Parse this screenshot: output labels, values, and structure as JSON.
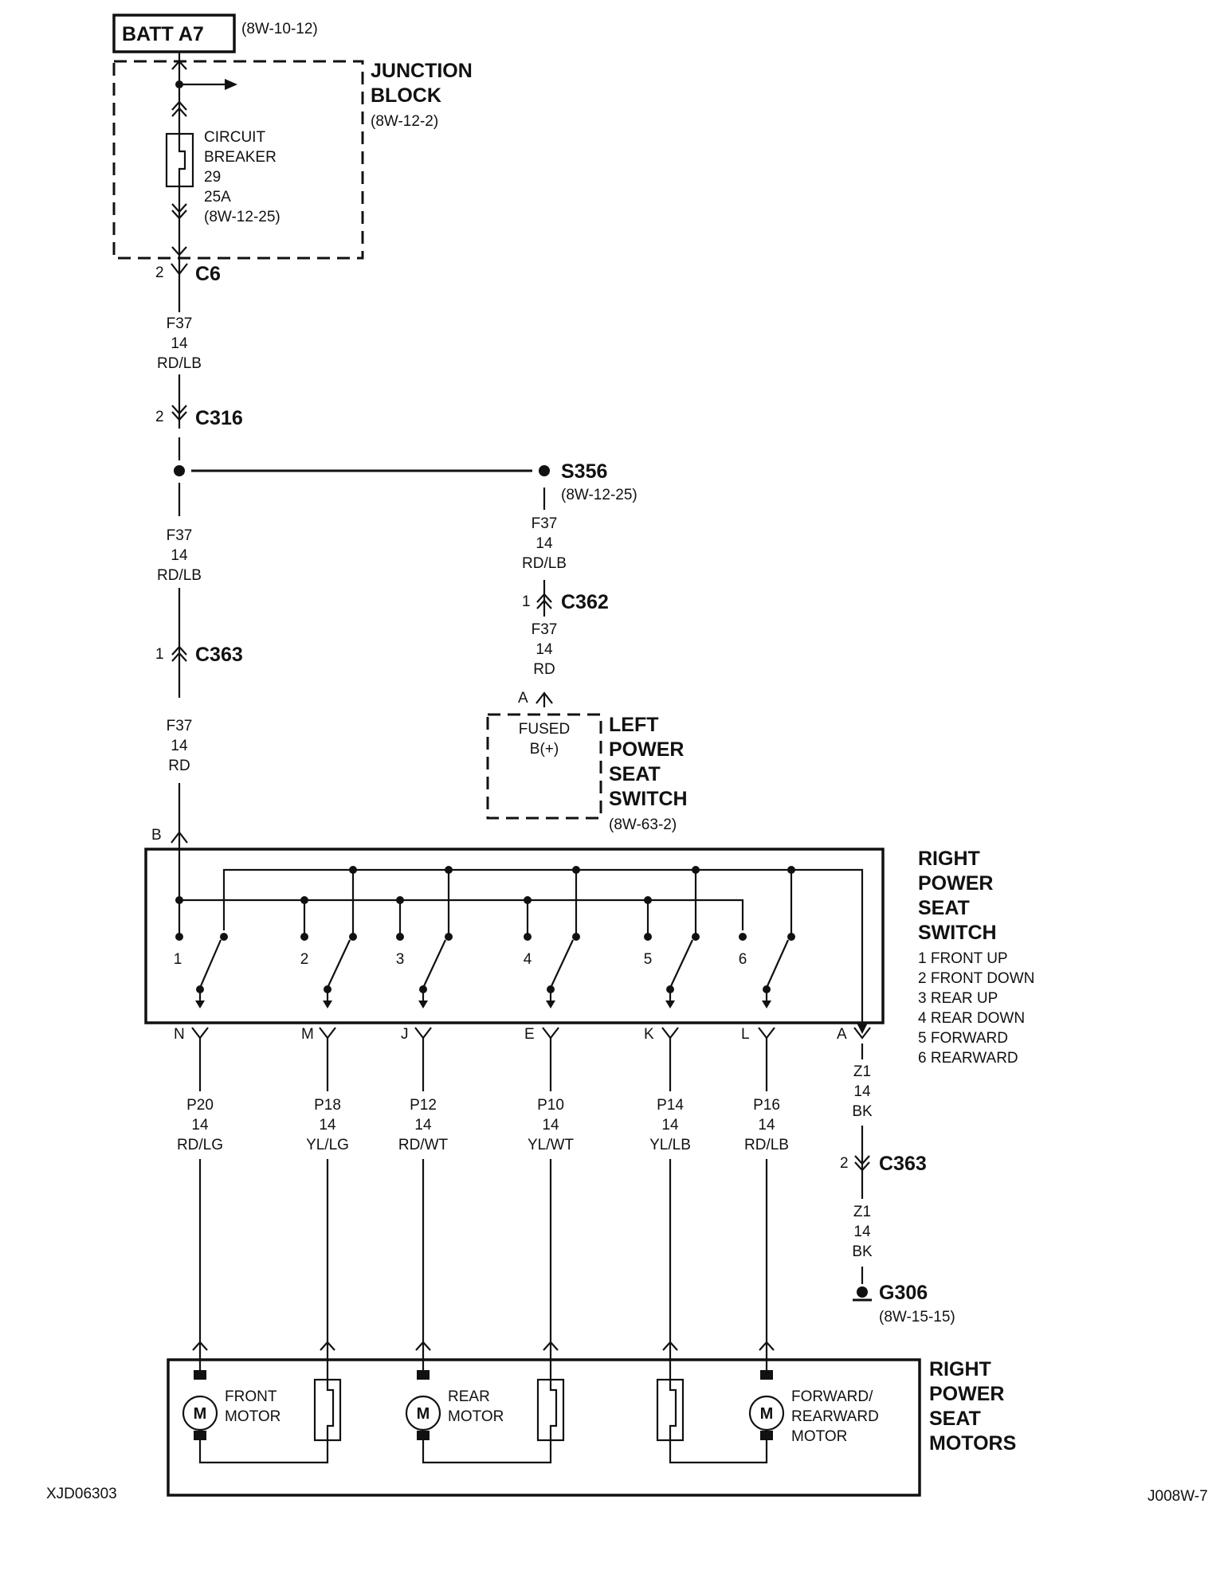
{
  "batt": {
    "label": "BATT A7",
    "ref": "(8W-10-12)"
  },
  "junction_block": {
    "title": [
      "JUNCTION",
      "BLOCK"
    ],
    "ref": "(8W-12-2)",
    "breaker": [
      "CIRCUIT",
      "BREAKER",
      "29",
      "25A",
      "(8W-12-25)"
    ]
  },
  "c6": {
    "pin": "2",
    "name": "C6"
  },
  "wire_f37_a": [
    "F37",
    "14",
    "RD/LB"
  ],
  "c316": {
    "pin": "2",
    "name": "C316"
  },
  "s356": {
    "name": "S356",
    "ref": "(8W-12-25)"
  },
  "wire_f37_b": [
    "F37",
    "14",
    "RD/LB"
  ],
  "wire_f37_c": [
    "F37",
    "14",
    "RD/LB"
  ],
  "c362": {
    "pin": "1",
    "name": "C362"
  },
  "wire_f37_d": [
    "F37",
    "14",
    "RD"
  ],
  "c363_top": {
    "pin": "1",
    "name": "C363"
  },
  "wire_f37_e": [
    "F37",
    "14",
    "RD"
  ],
  "left_switch": {
    "pin": "A",
    "inner": [
      "FUSED",
      "B(+)"
    ],
    "title": [
      "LEFT",
      "POWER",
      "SEAT",
      "SWITCH"
    ],
    "ref": "(8W-63-2)"
  },
  "right_switch": {
    "input_pin": "B",
    "title": [
      "RIGHT",
      "POWER",
      "SEAT",
      "SWITCH"
    ],
    "legend": [
      "1 FRONT UP",
      "2 FRONT DOWN",
      "3 REAR UP",
      "4 REAR DOWN",
      "5 FORWARD",
      "6 REARWARD"
    ],
    "switch_numbers": [
      "1",
      "2",
      "3",
      "4",
      "5",
      "6"
    ]
  },
  "outputs": [
    {
      "pin": "N",
      "wire": [
        "P20",
        "14",
        "RD/LG"
      ]
    },
    {
      "pin": "M",
      "wire": [
        "P18",
        "14",
        "YL/LG"
      ]
    },
    {
      "pin": "J",
      "wire": [
        "P12",
        "14",
        "RD/WT"
      ]
    },
    {
      "pin": "E",
      "wire": [
        "P10",
        "14",
        "YL/WT"
      ]
    },
    {
      "pin": "K",
      "wire": [
        "P14",
        "14",
        "YL/LB"
      ]
    },
    {
      "pin": "L",
      "wire": [
        "P16",
        "14",
        "RD/LB"
      ]
    }
  ],
  "ground_branch": {
    "pin": "A",
    "wire_a": [
      "Z1",
      "14",
      "BK"
    ],
    "c363": {
      "pin": "2",
      "name": "C363"
    },
    "wire_b": [
      "Z1",
      "14",
      "BK"
    ],
    "ground": {
      "name": "G306",
      "ref": "(8W-15-15)"
    }
  },
  "motors": {
    "title": [
      "RIGHT",
      "POWER",
      "SEAT",
      "MOTORS"
    ],
    "motor_symbol": "M",
    "front": [
      "FRONT",
      "MOTOR"
    ],
    "rear": [
      "REAR",
      "MOTOR"
    ],
    "fwd": [
      "FORWARD/",
      "REARWARD",
      "MOTOR"
    ]
  },
  "footer": {
    "left": "XJD06303",
    "right": "J008W-7"
  }
}
